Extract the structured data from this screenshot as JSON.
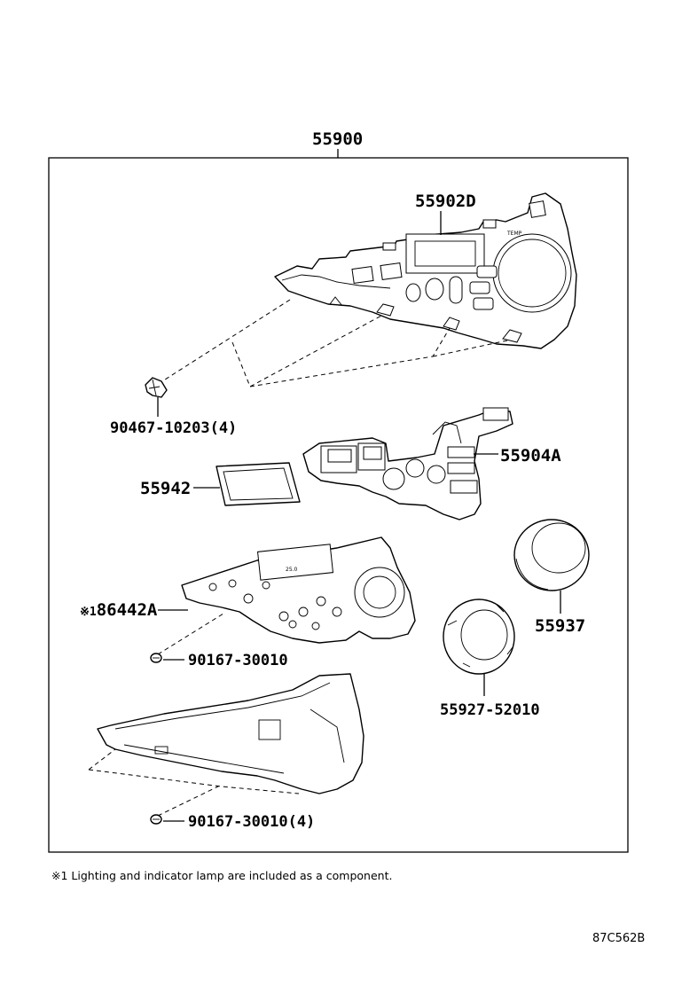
{
  "labels": {
    "assembly": "55900",
    "panel": "55902D",
    "clip": "90467-10203(4)",
    "switch_board": "55904A",
    "film": "55942",
    "circuit_board": "86442A",
    "circuit_board_mark": "※1",
    "screw_top": "90167-30010",
    "knob": "55937",
    "knob_ring": "55927-52010",
    "screw_bottom": "90167-30010(4)"
  },
  "panel_text": {
    "temp": "TEMP",
    "display": "25.0"
  },
  "footnote": "※1 Lighting and indicator lamp are included as a component.",
  "drawing_code": "87C562B"
}
